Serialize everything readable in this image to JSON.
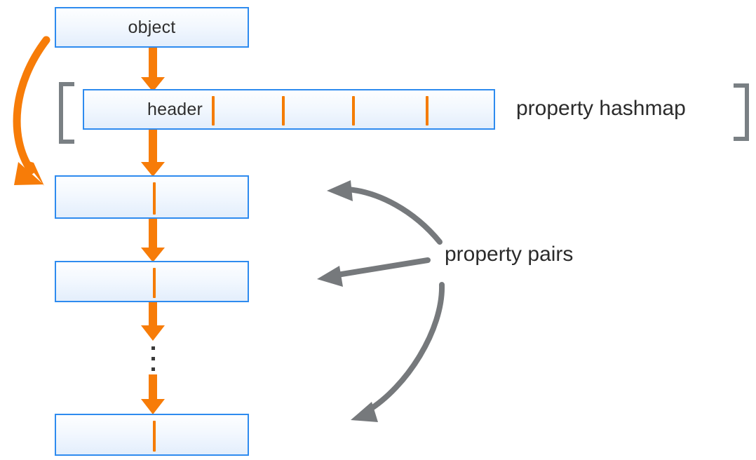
{
  "diagram": {
    "title": "object property hashmap and property pairs",
    "background": "#ffffff",
    "colors": {
      "box_border": "#2E8BEF",
      "box_fill_top": "#fdfeff",
      "box_fill_bottom": "#e3eefc",
      "orange_accent": "#F57C00",
      "orange_arrow": "#F77C08",
      "gray_arrow": "#7a8084",
      "bracket_gray": "#7a8084",
      "text": "#2b2b2b"
    }
  },
  "boxes": {
    "object": {
      "label": "object"
    },
    "header": {
      "label": "header"
    },
    "pair_1": {
      "label": ""
    },
    "pair_2": {
      "label": ""
    },
    "pair_n": {
      "label": ""
    }
  },
  "labels": {
    "property_hashmap": "property hashmap",
    "property_pairs": "property pairs"
  },
  "icons": {
    "arrow_down": "down-arrow-icon",
    "curved_arrow": "curved-arrow-icon",
    "bracket_left": "square-bracket-left-icon",
    "bracket_right": "square-bracket-right-icon",
    "ellipsis": "vertical-ellipsis-icon"
  },
  "hashmap_slots": {
    "count": 4,
    "divider_x": [
      302,
      402,
      502,
      607
    ]
  }
}
